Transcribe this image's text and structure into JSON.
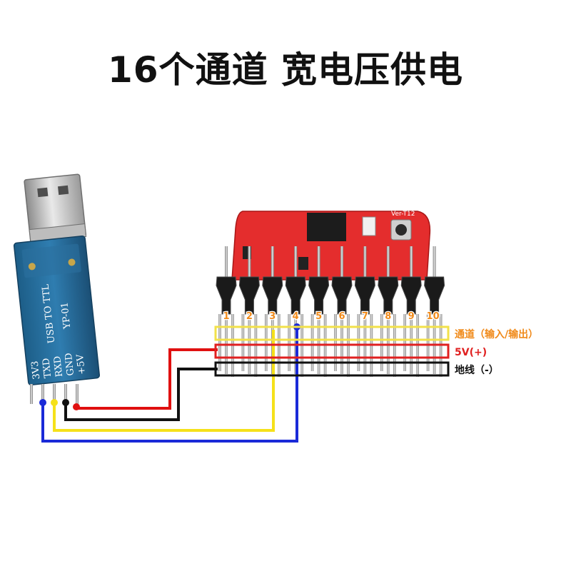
{
  "title": "16个通道 宽电压供电",
  "usb_module": {
    "label_main": "USB TO TTL",
    "label_model": "YP-01",
    "pins": [
      "3V3",
      "TXD",
      "RXD",
      "GND",
      "+5V"
    ]
  },
  "board": {
    "silk_label": "Ver-T12"
  },
  "pin_numbers": [
    "1",
    "2",
    "3",
    "4",
    "5",
    "6",
    "7",
    "8",
    "9",
    "10"
  ],
  "rows": {
    "signal": {
      "label": "通道（输入/输出）",
      "color": "#f08a1a",
      "box": "#f2e14a"
    },
    "power": {
      "label": "5V(+)",
      "color": "#e02020",
      "box": "#e02020"
    },
    "ground": {
      "label": "地线（-）",
      "color": "#111111",
      "box": "#111111"
    }
  },
  "wire_colors": {
    "txd": "#1a2ad8",
    "rxd": "#f5e11a",
    "gnd": "#111111",
    "vcc": "#e01010"
  }
}
